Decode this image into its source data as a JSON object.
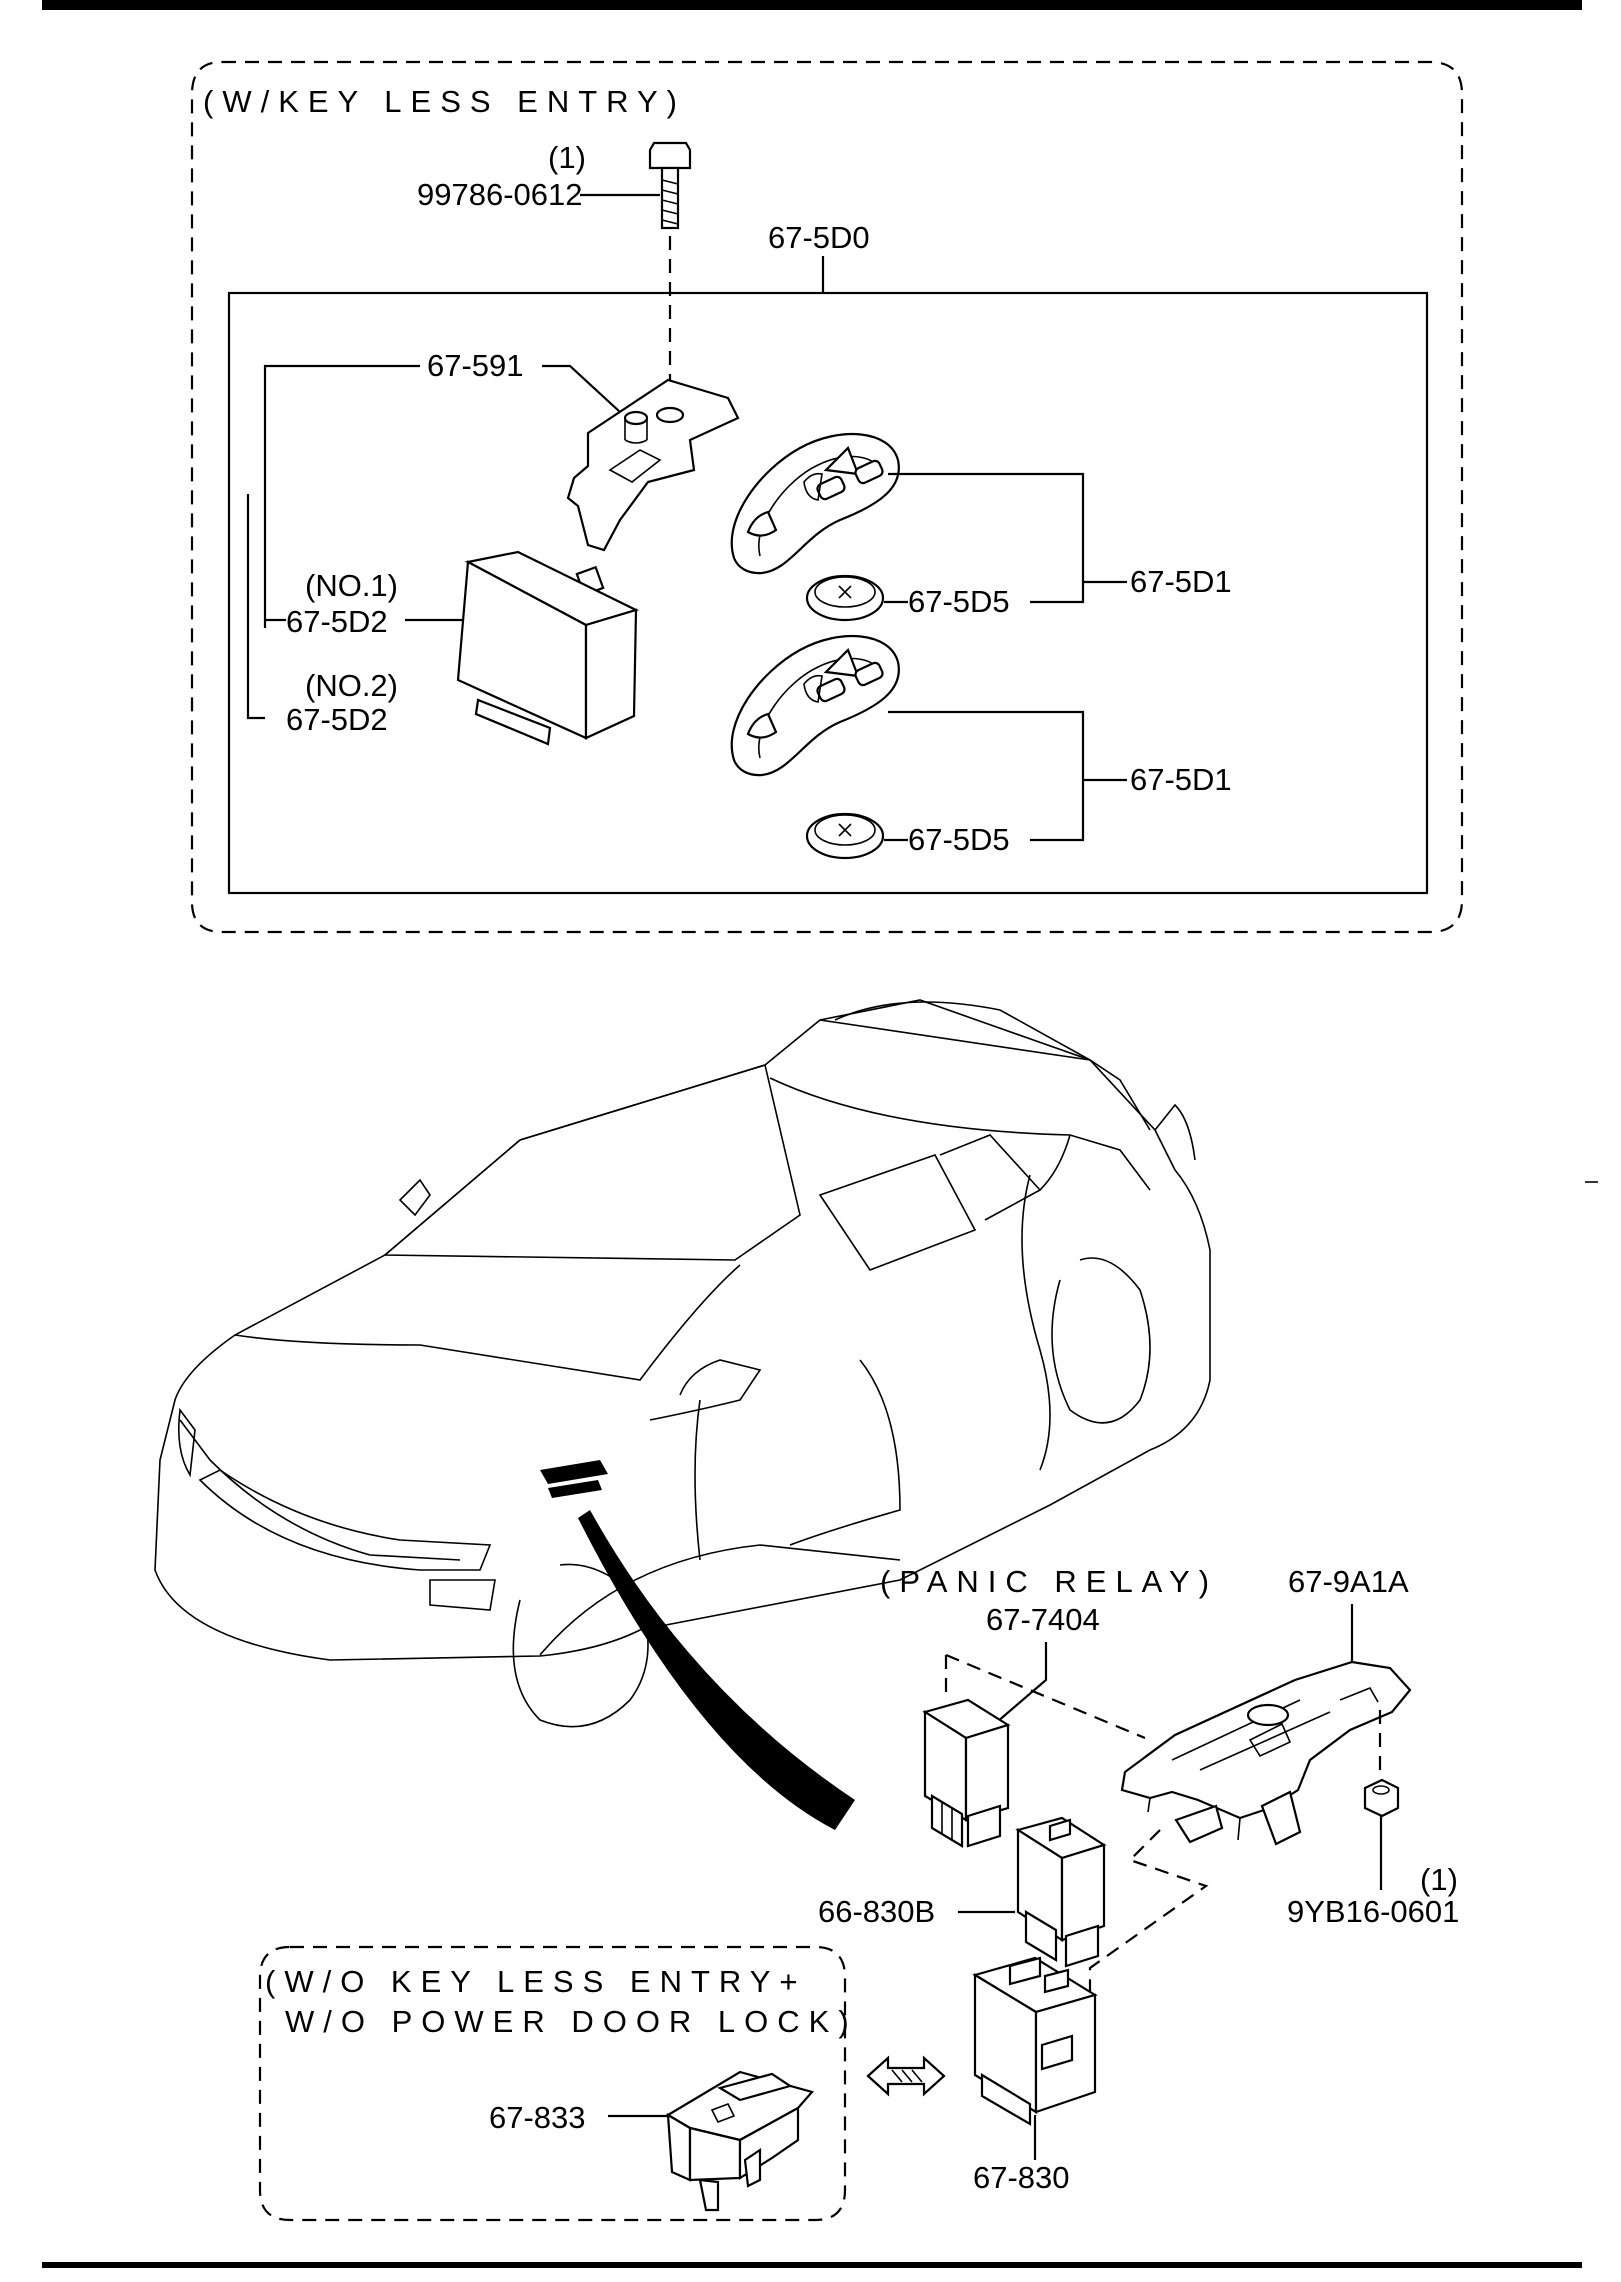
{
  "groups": {
    "keyless": "(W/KEY LESS ENTRY)",
    "panic_relay": "(PANIC RELAY)",
    "no_keyless_line1": "(W/O KEY LESS ENTRY+",
    "no_keyless_line2": "W/O POWER DOOR LOCK)"
  },
  "callouts": {
    "bolt_qty": "(1)",
    "bolt": "99786-0612",
    "kit": "67-5D0",
    "bracket": "67-591",
    "unit_no1_qual": "(NO.1)",
    "unit_no1": "67-5D2",
    "unit_no2_qual": "(NO.2)",
    "unit_no2": "67-5D2",
    "transmitter_a": "67-5D1",
    "battery_a": "67-5D5",
    "transmitter_b": "67-5D1",
    "battery_b": "67-5D5",
    "relay_bracket": "67-9A1A",
    "panic_relay": "67-7404",
    "relay_b": "66-830B",
    "nut_qty": "(1)",
    "nut": "9YB16-0601",
    "fuse_block": "67-833",
    "relay_unit": "67-830"
  },
  "colors": {
    "line": "#000000",
    "background": "#ffffff"
  }
}
